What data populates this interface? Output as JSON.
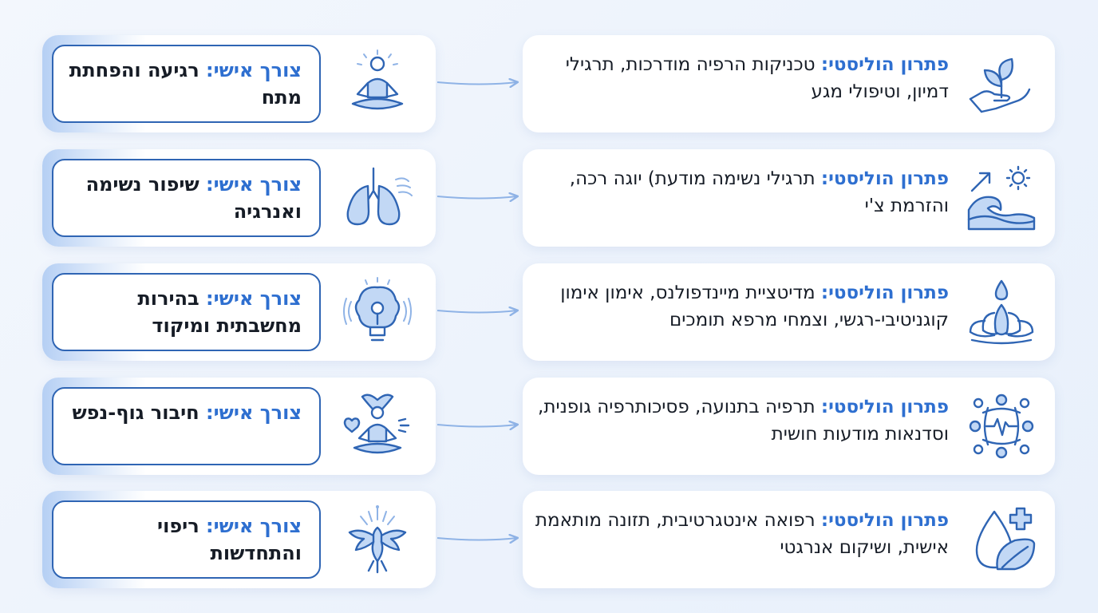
{
  "rows": [
    {
      "need_label": "צורך אישי:",
      "need_text": "רגיעה והפחתת מתח",
      "need_icon": "meditation-icon",
      "solution_label": "פתרון הוליסטי:",
      "solution_text": "טכניקות הרפיה מודרכות, תרגילי דמיון, וטיפולי מגע",
      "solution_icon": "hand-plant-icon"
    },
    {
      "need_label": "צורך אישי:",
      "need_text": "שיפור נשימה ואנרגיה",
      "need_icon": "lungs-icon",
      "solution_label": "פתרון הוליסטי:",
      "solution_text": "תרגילי נשימה מודעת) יוגה רכה, והזרמת צ'י",
      "solution_icon": "wave-sun-icon"
    },
    {
      "need_label": "צורך אישי:",
      "need_text": "בהירות מחשבתית ומיקוד",
      "need_icon": "brain-bulb-icon",
      "solution_label": "פתרון הוליסטי:",
      "solution_text": "מדיטציית מיינדפולנס, אימון אימון קוגניטיבי-רגשי, וצמחי מרפא תומכים",
      "solution_icon": "lotus-drop-icon"
    },
    {
      "need_label": "צורך אישי:",
      "need_text": "חיבור גוף-נפש",
      "need_icon": "meditation-heart-icon",
      "solution_label": "פתרון הוליסטי:",
      "solution_text": "תרפיה בתנועה, פסיכותרפיה גופנית, וסדנאות מודעות חושית",
      "solution_icon": "community-pulse-icon"
    },
    {
      "need_label": "צורך אישי:",
      "need_text": "ריפוי והתחדשות",
      "need_icon": "phoenix-icon",
      "solution_label": "פתרון הוליסטי:",
      "solution_text": "רפואה אינטגרטיבית, תזונה מותאמת אישית, ושיקום אנרגטי",
      "solution_icon": "drop-leaf-cross-icon"
    }
  ],
  "colors": {
    "accent": "#2e6fd0",
    "border": "#2f65b4",
    "connector": "#8fb3e6",
    "text": "#161c26"
  }
}
